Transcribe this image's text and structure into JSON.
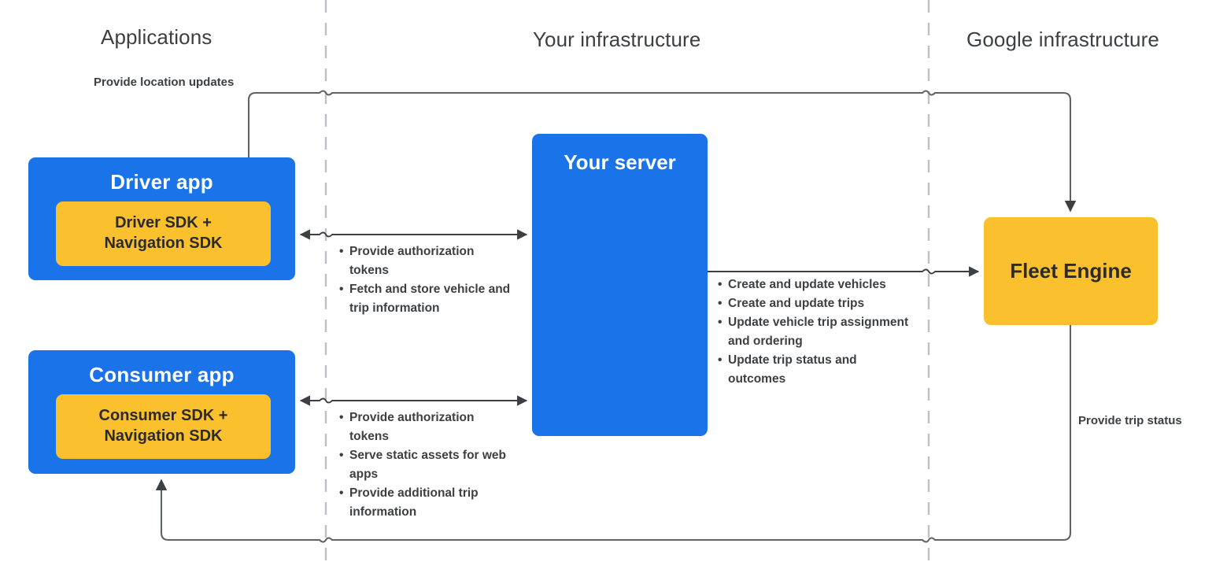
{
  "zones": [
    {
      "id": "applications",
      "label": "Applications"
    },
    {
      "id": "your_infrastructure",
      "label": "Your infrastructure"
    },
    {
      "id": "google_infrastructure",
      "label": "Google infrastructure"
    }
  ],
  "nodes": {
    "driver_app": {
      "title": "Driver app",
      "sdk_label": "Driver SDK +\nNavigation SDK",
      "color": "#1a73e8",
      "sdk_color": "#fbc02d"
    },
    "consumer_app": {
      "title": "Consumer app",
      "sdk_label": "Consumer SDK +\nNavigation SDK",
      "color": "#1a73e8",
      "sdk_color": "#fbc02d"
    },
    "your_server": {
      "title": "Your server",
      "color": "#1a73e8"
    },
    "fleet_engine": {
      "title": "Fleet Engine",
      "color": "#fbc02d"
    }
  },
  "edges": {
    "location_updates": {
      "label": "Provide location updates",
      "from": "driver_app",
      "to": "fleet_engine",
      "direction": "one-way"
    },
    "trip_status": {
      "label": "Provide trip status",
      "from": "fleet_engine",
      "to": "consumer_app",
      "direction": "one-way"
    },
    "driver_server": {
      "direction": "two-way",
      "items": [
        "Provide authorization tokens",
        "Fetch and store vehicle and trip information"
      ]
    },
    "consumer_server": {
      "direction": "two-way",
      "items": [
        "Provide authorization tokens",
        "Serve static assets for web apps",
        "Provide additional trip information"
      ]
    },
    "server_fleet": {
      "direction": "one-way",
      "items": [
        "Create and update vehicles",
        "Create and update trips",
        "Update vehicle trip assignment and ordering",
        "Update trip status and outcomes"
      ]
    }
  },
  "styles": {
    "divider_color": "#bdc1c6",
    "wire_color": "#5f6368",
    "text_color": "#3c4043"
  }
}
